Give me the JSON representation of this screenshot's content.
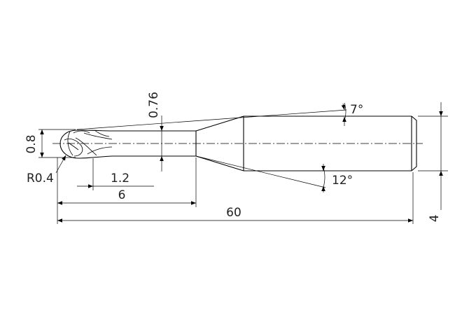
{
  "drawing": {
    "dimensions": {
      "overall_length": "60",
      "flute_length": "6",
      "neck_length": "1.2",
      "neck_diameter": "0.76",
      "cutting_diameter": "0.8",
      "ball_radius": "R0.4",
      "shank_diameter": "4",
      "taper_angle_top": "7°",
      "taper_angle_bottom": "12°"
    }
  }
}
